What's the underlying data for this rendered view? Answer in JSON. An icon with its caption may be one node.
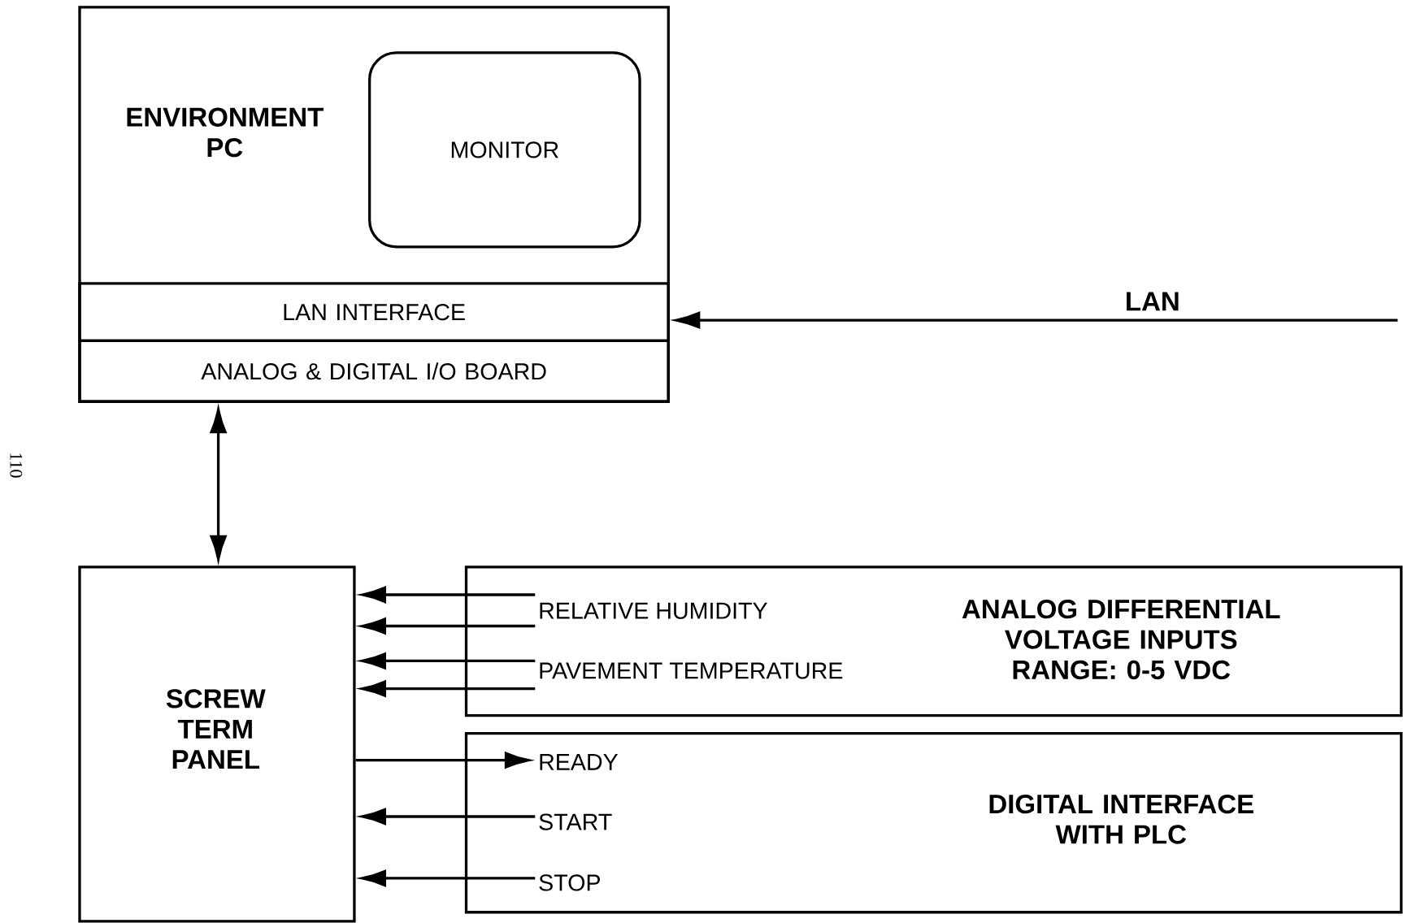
{
  "diagram": {
    "nodes": [
      {
        "text": [
          "ENVIRONMENT PC"
        ]
      },
      {
        "text": [
          "MONITOR"
        ],
        "in": 0
      },
      {
        "text": [
          "LAN INTERFACE"
        ],
        "in": 0
      },
      {
        "text": [
          "ANALOG & DIGITAL I/O BOARD"
        ],
        "in": 0
      },
      {
        "text": [
          "SCREW TERM PANEL"
        ]
      },
      {
        "text": [
          "ANALOG DIFFERENTIAL VOLTAGE INPUTS RANGE: 0-5 VDC"
        ]
      },
      {
        "text": [
          "RELATIVE HUMIDITY"
        ],
        "in": 5
      },
      {
        "text": [
          "PAVEMENT TEMPERATURE"
        ],
        "in": 5
      },
      {
        "text": [
          "DIGITAL INTERFACE WITH PLC"
        ]
      },
      {
        "text": [
          "READY"
        ],
        "in": 8
      },
      {
        "text": [
          "START"
        ],
        "in": 8
      },
      {
        "text": [
          "STOP"
        ],
        "in": 8
      }
    ],
    "edges": [
      {
        "from": null,
        "to": 2,
        "arrow": "to",
        "label": "LAN"
      },
      {
        "from": 3,
        "to": 4,
        "arrow": "both"
      },
      {
        "from": 6,
        "to": 4,
        "arrow": "to"
      },
      {
        "from": 6,
        "to": 4,
        "arrow": "to"
      },
      {
        "from": 7,
        "to": 4,
        "arrow": "to"
      },
      {
        "from": 7,
        "to": 4,
        "arrow": "to"
      },
      {
        "from": 4,
        "to": 9,
        "arrow": "to"
      },
      {
        "from": 10,
        "to": 4,
        "arrow": "to"
      },
      {
        "from": 11,
        "to": 4,
        "arrow": "to"
      }
    ],
    "labels": [
      "110"
    ]
  }
}
